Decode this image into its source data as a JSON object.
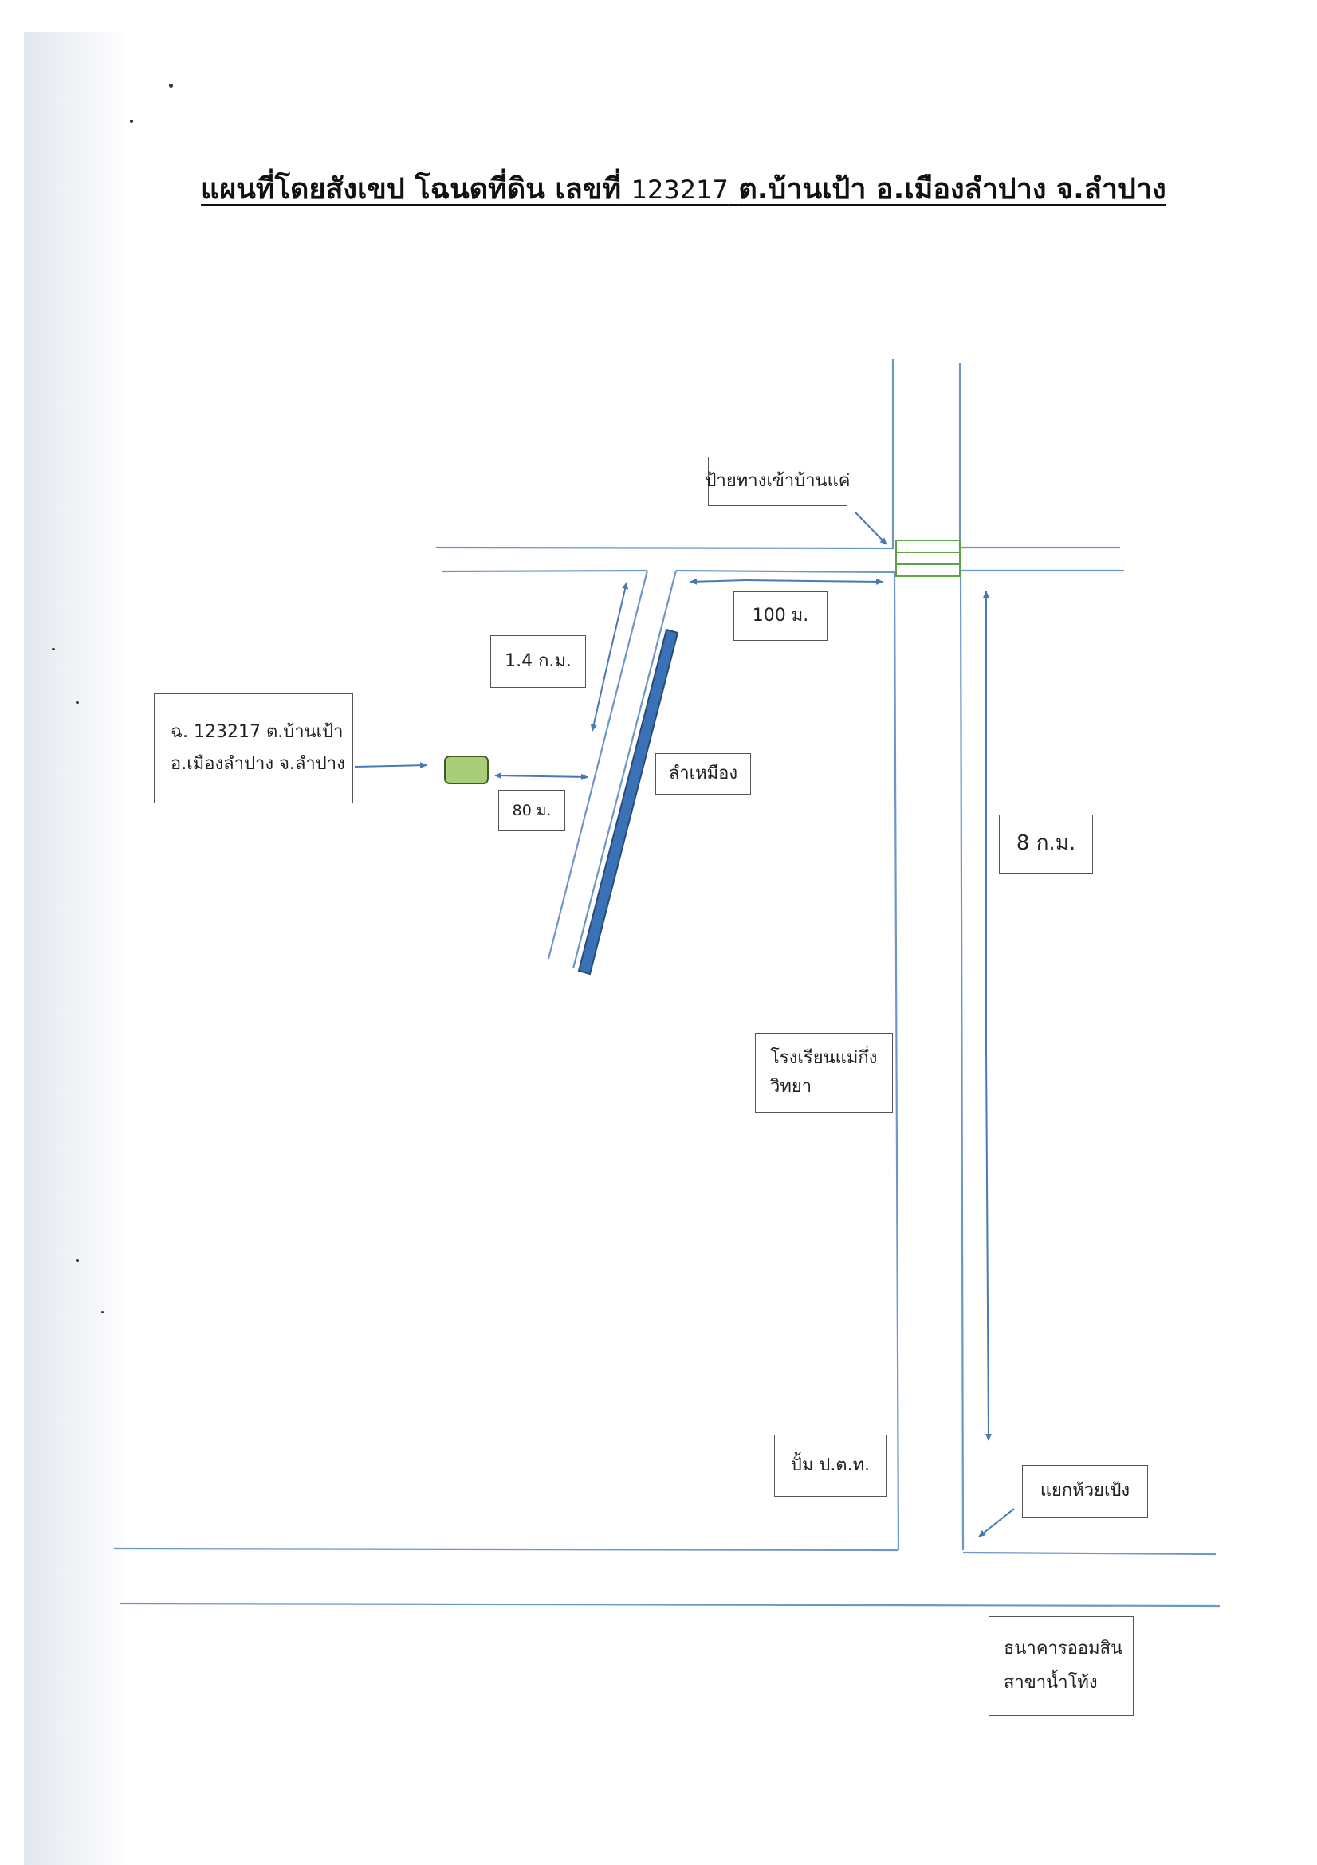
{
  "title": {
    "part1": "แผนที่โดยสังเขป โฉนดที่ดิน เลขที่",
    "number": "123217",
    "part2": "ต.บ้านเป้า อ.เมืองลำปาง จ.ลำปาง"
  },
  "labels": {
    "sign": "ป้ายทางเข้าบ้านแค่",
    "dist_100m": "100 ม.",
    "dist_14km": "1.4 ก.ม.",
    "parcel_line1": "ฉ. 123217 ต.บ้านเป้า",
    "parcel_line2": "อ.เมืองลำปาง จ.ลำปาง",
    "river": "ลำเหมือง",
    "dist_80m": "80 ม.",
    "dist_8km": "8 ก.ม.",
    "school_line1": "โรงเรียนแม่กึ่ง",
    "school_line2": "วิทยา",
    "gas_station": "ปั้ม ป.ต.ท.",
    "junction": "แยกห้วยเป้ง",
    "bank_line1": "ธนาคารออมสิน",
    "bank_line2": "สาขาน้ำโท้ง"
  },
  "colors": {
    "road": "#6d97c6",
    "arrow": "#4a78b4",
    "river": "#3a72b5",
    "river_outline": "#274b7a",
    "parcel": "#a9cd79",
    "crossing": "#5fa04a"
  }
}
